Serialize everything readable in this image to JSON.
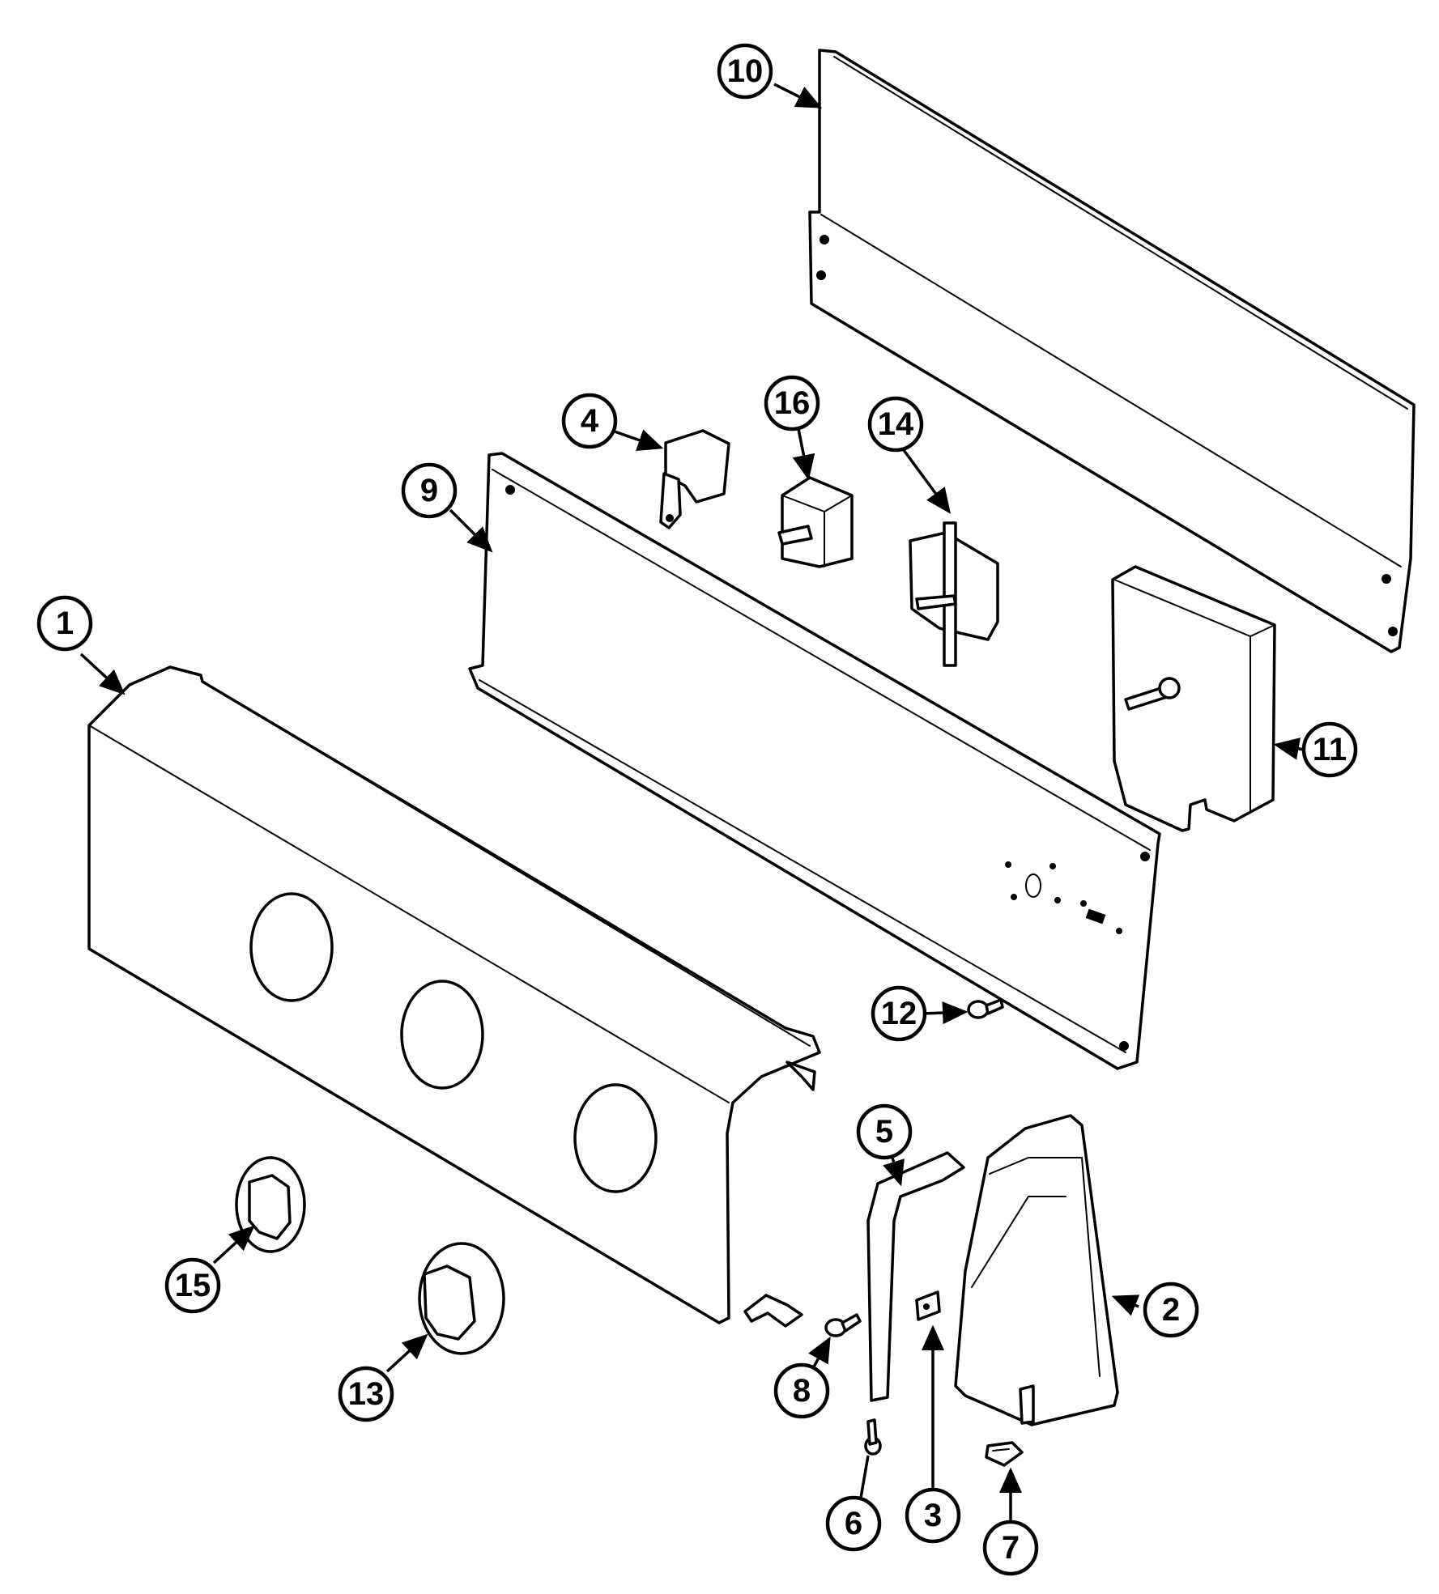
{
  "diagram": {
    "callouts": [
      {
        "number": "1"
      },
      {
        "number": "2"
      },
      {
        "number": "3"
      },
      {
        "number": "4"
      },
      {
        "number": "5"
      },
      {
        "number": "6"
      },
      {
        "number": "7"
      },
      {
        "number": "8"
      },
      {
        "number": "9"
      },
      {
        "number": "10"
      },
      {
        "number": "11"
      },
      {
        "number": "12"
      },
      {
        "number": "13"
      },
      {
        "number": "14"
      },
      {
        "number": "15"
      },
      {
        "number": "16"
      }
    ]
  },
  "colors": {
    "line": "#000000",
    "background": "#ffffff"
  }
}
